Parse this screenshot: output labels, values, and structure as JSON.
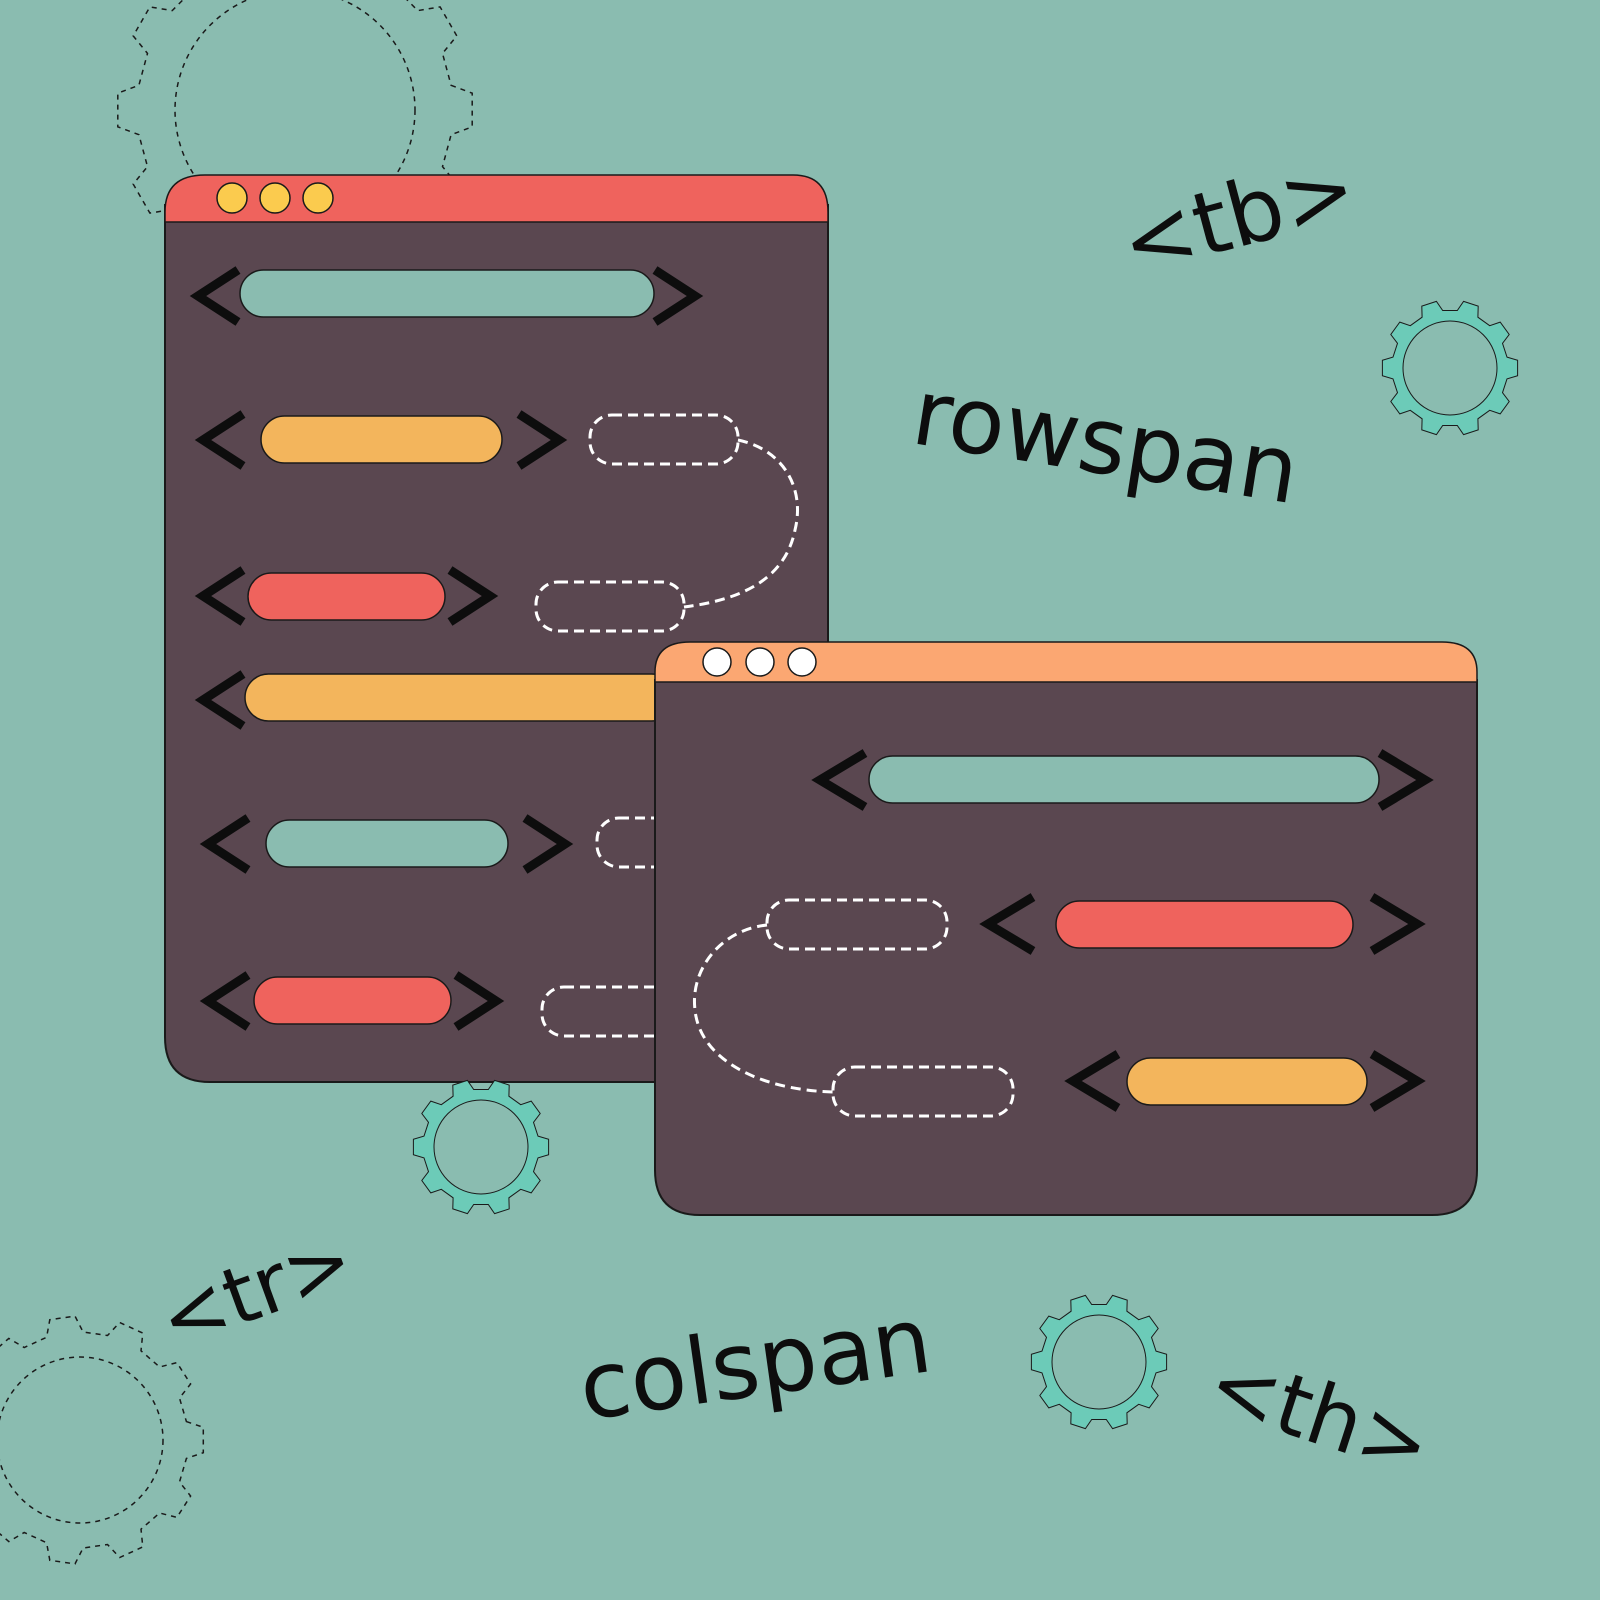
{
  "colors": {
    "background": "#8abcb0",
    "window_body": "#5a4750",
    "window_back_titlebar": "#ef635d",
    "window_front_titlebar": "#fba772",
    "bar_teal": "#8abcb0",
    "bar_yellow": "#f3b55c",
    "bar_red": "#ef635d",
    "dot_yellow": "#fbcb4e",
    "dot_white": "#ffffff",
    "gear_fill": "#6ccbb8",
    "bracket": "#0d0d0d",
    "dashed_outline": "#ffffff"
  },
  "labels": {
    "tb": "<tb>",
    "rowspan": "rowspan",
    "tr": "<tr>",
    "colspan": "colspan",
    "th": "<th>"
  },
  "icons": {
    "gear_solid": "gear-icon",
    "gear_outline": "gear-outline-icon",
    "window_control_dot": "window-dot-icon",
    "bracket_open": "<",
    "bracket_close": ">"
  }
}
